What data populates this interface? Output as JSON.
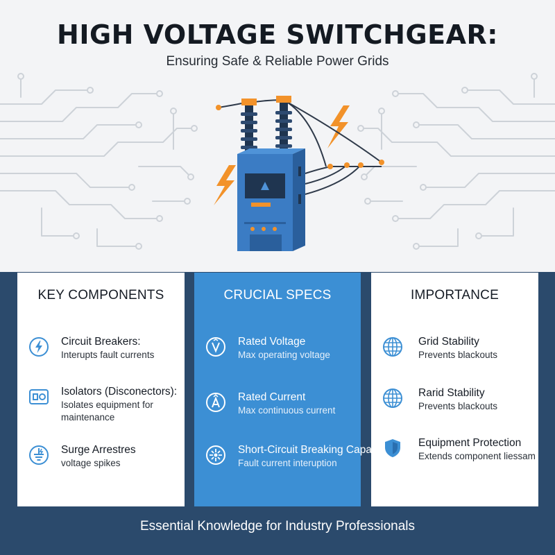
{
  "header": {
    "title": "HIGH VOLTAGE SWITCHGEAR:",
    "subtitle": "Ensuring Safe & Reliable Power Grids"
  },
  "colors": {
    "navy": "#2b4a6c",
    "accent_blue": "#3c8fd4",
    "orange": "#f2922a",
    "switchgear_blue": "#3b7cc4"
  },
  "columns": [
    {
      "heading": "KEY COMPONENTS",
      "items": [
        {
          "icon": "lightning-circle-icon",
          "name": "Circuit Breakers:",
          "desc": "Interupts fault currents"
        },
        {
          "icon": "isolator-icon",
          "name": "Isolators (Disconectors):",
          "desc": "Isolates equipment for maintenance"
        },
        {
          "icon": "surge-ground-icon",
          "name": "Surge Arrestres",
          "desc": "voltage spikes"
        }
      ]
    },
    {
      "heading": "CRUCIAL SPECS",
      "items": [
        {
          "icon": "voltage-icon",
          "name": "Rated Voltage",
          "desc": "Max operating voltage"
        },
        {
          "icon": "current-icon",
          "name": "Rated Current",
          "desc": "Max continuous current"
        },
        {
          "icon": "breaking-burst-icon",
          "name": "Short-Circuit Breaking Capacity",
          "desc": "Fault current interuption"
        }
      ]
    },
    {
      "heading": "IMPORTANCE",
      "items": [
        {
          "icon": "globe-grid-icon",
          "name": "Grid Stability",
          "desc": "Prevents blackouts"
        },
        {
          "icon": "globe-grid-icon",
          "name": "Rarid Stability",
          "desc": "Prevents blackouts"
        },
        {
          "icon": "shield-icon",
          "name": "Equipment Protection",
          "desc": "Extends component liessam"
        }
      ]
    }
  ],
  "footer": {
    "text": "Essential Knowledge for Industry Professionals"
  }
}
